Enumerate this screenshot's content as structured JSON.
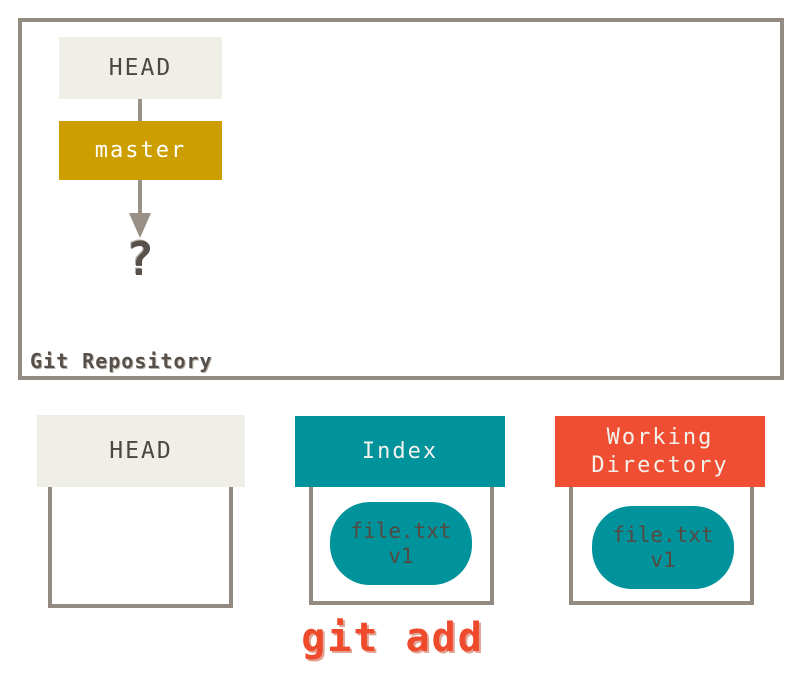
{
  "diagram": {
    "title": "Git staging diagram (git add)",
    "background": "#ffffff",
    "colors": {
      "box_cream": "#f0efe7",
      "box_gold": "#cc9e00",
      "box_teal": "#00939b",
      "box_red": "#f04e32",
      "outline_gray": "#938b81",
      "arrow_gray": "#9a9186",
      "text_dark": "#4c4742",
      "text_light": "#f3f2ec",
      "command_red": "#ee4a2b"
    }
  },
  "repository": {
    "caption": "Git Repository",
    "head_label": "HEAD",
    "branch_label": "master",
    "unknown_ref": "?"
  },
  "columns": {
    "head": {
      "label": "HEAD"
    },
    "index": {
      "label": "Index",
      "file_name": "file.txt",
      "file_version": "v1"
    },
    "working_directory": {
      "label_line1": "Working",
      "label_line2": "Directory",
      "file_name": "file.txt",
      "file_version": "v1"
    }
  },
  "command": {
    "label": "git add"
  }
}
